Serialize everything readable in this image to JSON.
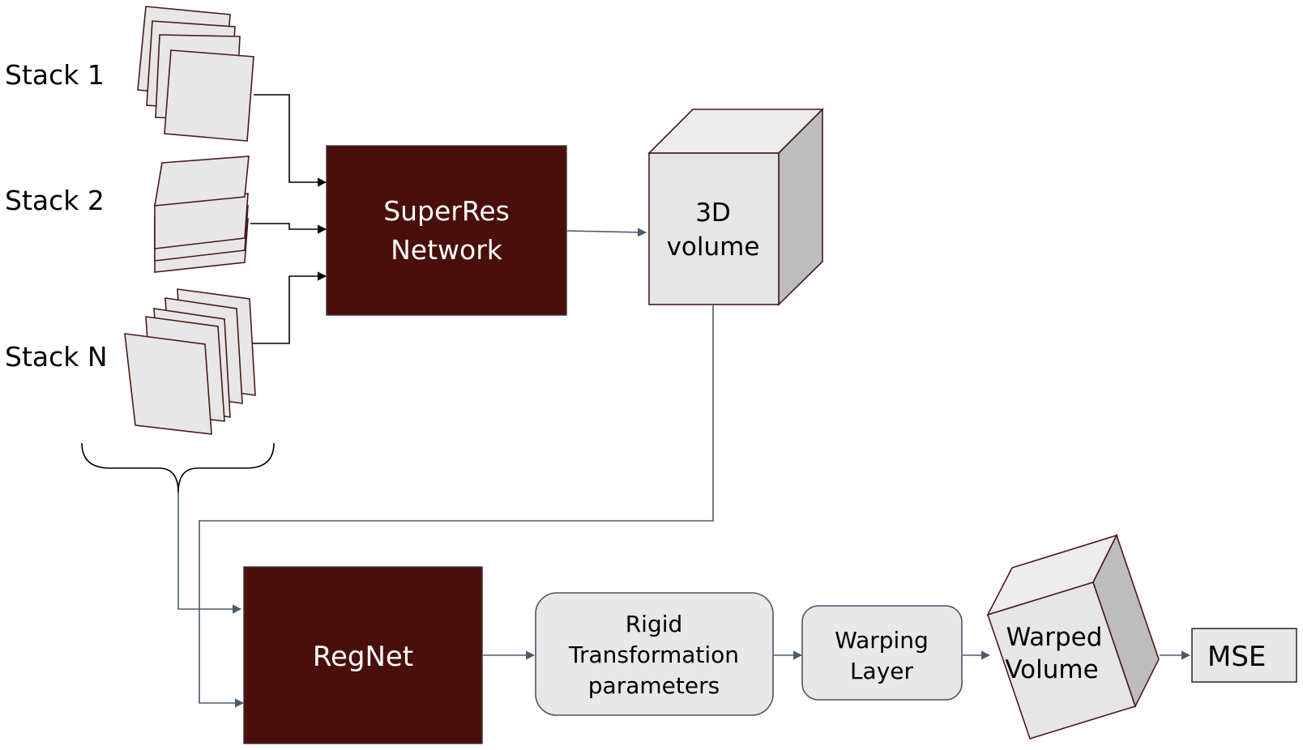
{
  "stacks": {
    "stack1": "Stack 1",
    "stack2": "Stack 2",
    "stackN": "Stack N"
  },
  "superres": {
    "line1": "SuperRes",
    "line2": "Network"
  },
  "volume": {
    "line1": "3D",
    "line2": "volume"
  },
  "regnet": {
    "label": "RegNet"
  },
  "rigid": {
    "line1": "Rigid",
    "line2": "Transformation",
    "line3": "parameters"
  },
  "warping": {
    "line1": "Warping",
    "line2": "Layer"
  },
  "warped": {
    "line1": "Warped",
    "line2": "Volume"
  },
  "mse": {
    "label": "MSE"
  },
  "colors": {
    "network_box": "#4a0f0a",
    "connector_black": "#000000",
    "connector_blue": "#4d5a6e",
    "shape_fill": "#e7e7e7",
    "cube_side": "#bdbdbd"
  }
}
